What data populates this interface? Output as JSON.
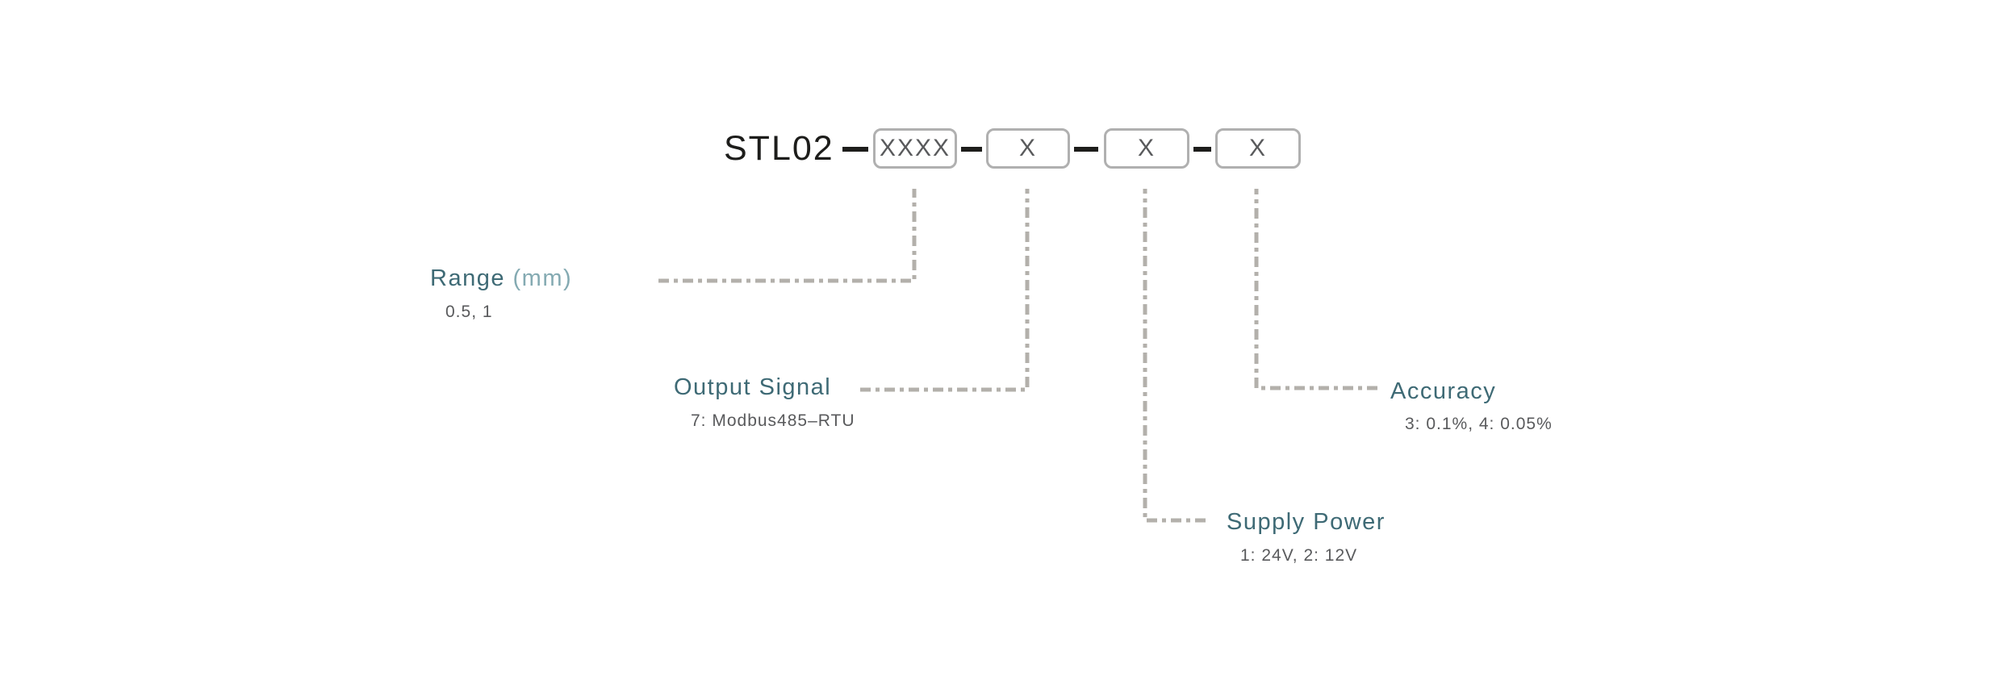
{
  "diagram": {
    "model_prefix": "STL02",
    "code_boxes": [
      {
        "text": "XXXX",
        "field": "range"
      },
      {
        "text": "X",
        "field": "output"
      },
      {
        "text": "X",
        "field": "supply"
      },
      {
        "text": "X",
        "field": "accuracy"
      }
    ],
    "fields": {
      "range": {
        "label": "Range",
        "unit": "（mm）",
        "options": "0.5、1"
      },
      "output": {
        "label": "Output Signal",
        "options": "7: Modbus485–RTU"
      },
      "supply": {
        "label": "Supply Power",
        "options": "1: 24V、2: 12V"
      },
      "accuracy": {
        "label": "Accuracy",
        "options": "3: 0.1%、4: 0.05%"
      }
    },
    "colors": {
      "label_teal": "#3e6a75",
      "unit_teal": "#84aab2",
      "text_gray": "#595a5c",
      "box_border": "#b0b0b0",
      "dash_line": "#b3b0ab",
      "model_black": "#1d1d1b"
    }
  }
}
